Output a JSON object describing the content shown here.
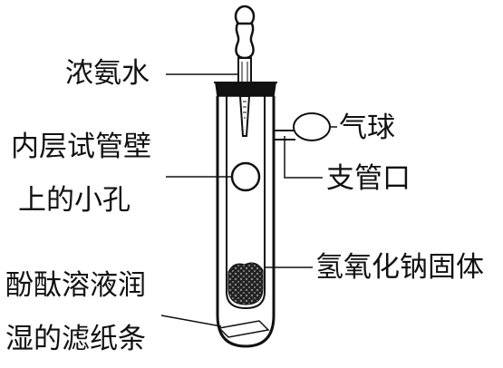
{
  "labels": {
    "concentrated_ammonia": "浓氨水",
    "inner_wall_hole_line1": "内层试管壁",
    "inner_wall_hole_line2": "上的小孔",
    "balloon": "气球",
    "side_tube_opening": "支管口",
    "naoh_solid": "氢氧化钠固体",
    "phenolphthalein_strip_line1": "酚酞溶液润",
    "phenolphthalein_strip_line2": "湿的滤纸条"
  }
}
